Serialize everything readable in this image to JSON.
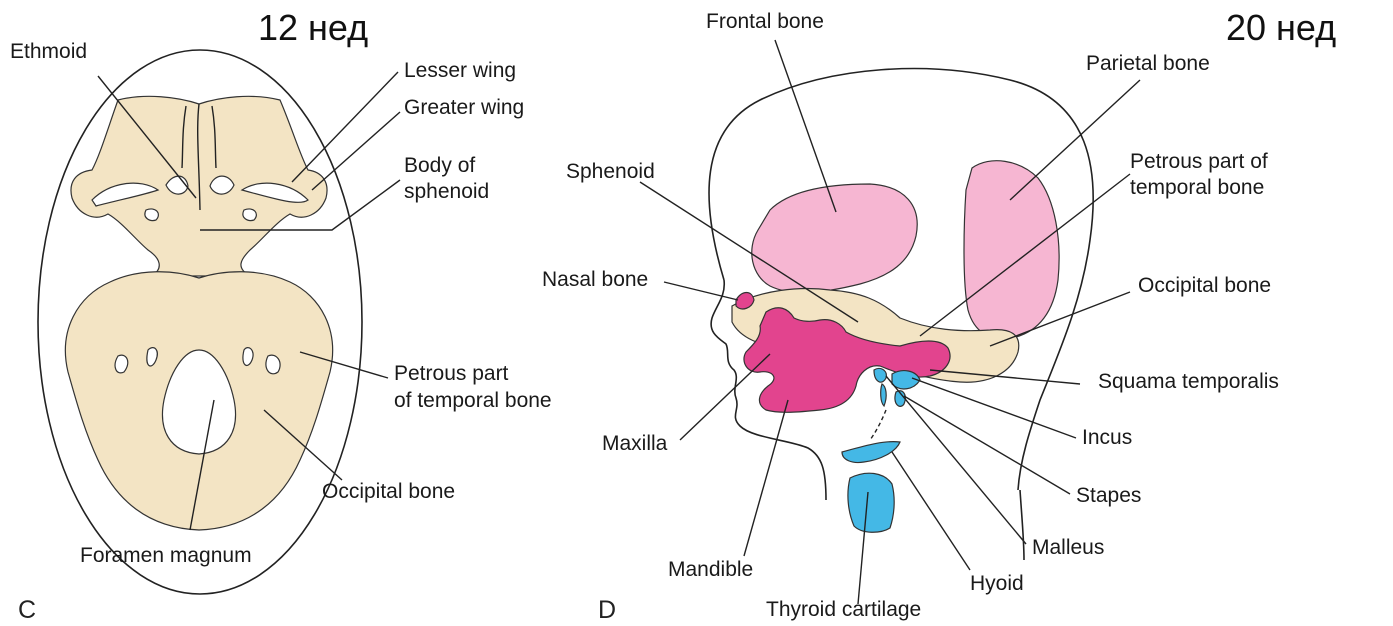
{
  "left": {
    "week_label": "12 нед",
    "panel_letter": "C",
    "labels": {
      "ethmoid": "Ethmoid",
      "lesser_wing": "Lesser wing",
      "greater_wing": "Greater wing",
      "body_sphenoid_1": "Body of",
      "body_sphenoid_2": "sphenoid",
      "petrous_1": "Petrous part",
      "petrous_2": "of temporal bone",
      "occipital": "Occipital bone",
      "foramen": "Foramen magnum"
    }
  },
  "right": {
    "week_label": "20 нед",
    "panel_letter": "D",
    "labels": {
      "frontal": "Frontal bone",
      "parietal": "Parietal bone",
      "sphenoid": "Sphenoid",
      "petrous_1": "Petrous part of",
      "petrous_2": "temporal bone",
      "nasal": "Nasal bone",
      "occipital": "Occipital bone",
      "squama": "Squama temporalis",
      "maxilla": "Maxilla",
      "incus": "Incus",
      "stapes": "Stapes",
      "malleus": "Malleus",
      "mandible": "Mandible",
      "hyoid": "Hyoid",
      "thyroid": "Thyroid cartilage"
    }
  },
  "colors": {
    "cartilage_bone": "#f3e4c4",
    "membranous_bone": "#f6b6d2",
    "pharyngeal_arch_1": "#e2448e",
    "pharyngeal_arch_2_3": "#44b8e6"
  }
}
